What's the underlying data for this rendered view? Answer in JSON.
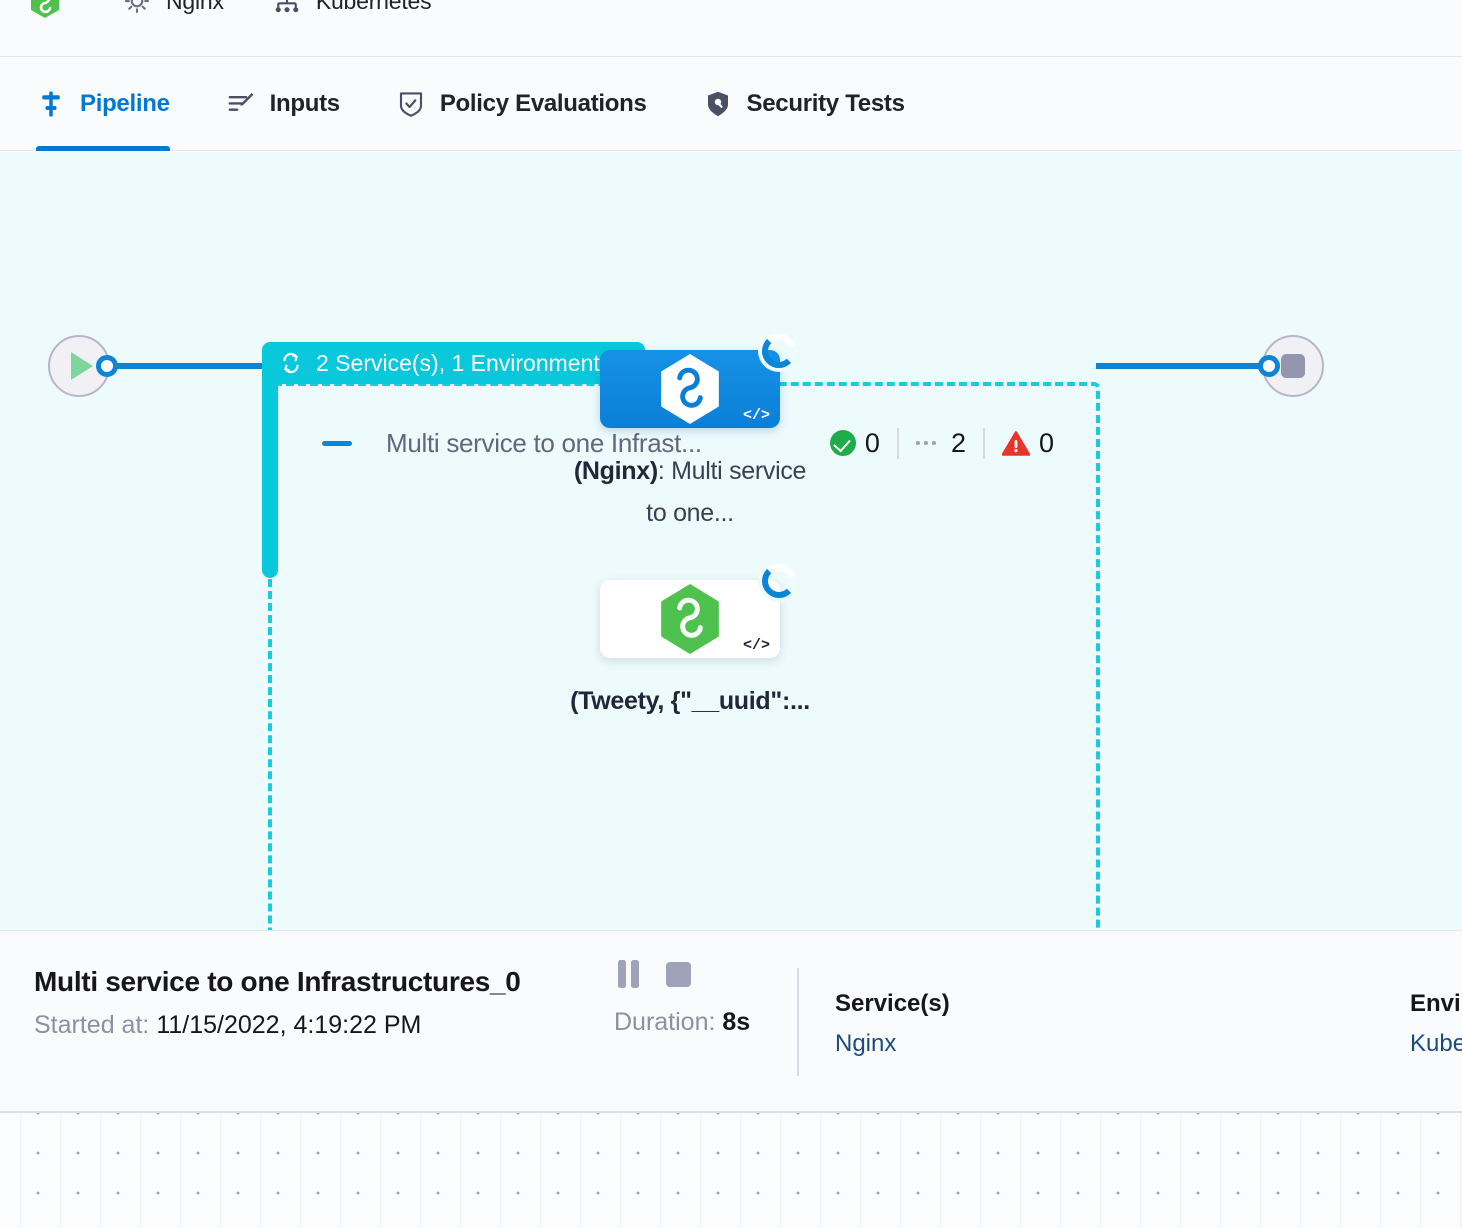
{
  "breadcrumb": {
    "items": [
      {
        "icon": "harness-hexagon-icon",
        "label": ""
      },
      {
        "icon": "gear-icon",
        "label": "Nginx"
      },
      {
        "icon": "kubernetes-icon",
        "label": "Kubernetes"
      }
    ]
  },
  "tabs": [
    {
      "id": "pipeline",
      "label": "Pipeline",
      "icon": "pipeline-icon",
      "active": true
    },
    {
      "id": "inputs",
      "label": "Inputs",
      "icon": "inputs-icon",
      "active": false
    },
    {
      "id": "policy",
      "label": "Policy Evaluations",
      "icon": "shield-check-icon",
      "active": false
    },
    {
      "id": "security",
      "label": "Security Tests",
      "icon": "shield-lock-icon",
      "active": false
    }
  ],
  "canvas": {
    "group": {
      "header_label": "2 Service(s), 1 Environment(s)",
      "header_icon": "loop-repeat-icon",
      "header_color": "#09c8dc"
    },
    "stage": {
      "title": "Multi service to one Infrast...",
      "collapse_icon": "collapse-dash-icon",
      "counters": [
        {
          "icon": "success-check-icon",
          "value": "0",
          "color": "#20ac4b"
        },
        {
          "icon": "running-dots-icon",
          "value": "2",
          "color": "#9ba0b3"
        },
        {
          "icon": "error-warning-icon",
          "value": "0",
          "color": "#e8342a"
        }
      ]
    },
    "steps": [
      {
        "id": "step-nginx",
        "card_style": "blue",
        "hex_color": "#ffffff",
        "status_badge": "running-spinner-icon",
        "code_badge": "</>",
        "label_bold": "(Nginx)",
        "label_rest": ": Multi service to one..."
      },
      {
        "id": "step-tweety",
        "card_style": "white",
        "hex_color": "#4fc14e",
        "status_badge": "running-spinner-icon",
        "code_badge": "</>",
        "label_bold": "(Tweety, {\"__uuid\":...",
        "label_rest": ""
      }
    ],
    "start_node": {
      "icon": "play-icon",
      "color": "#7fd69a"
    },
    "end_node": {
      "icon": "stop-square-icon",
      "color": "#9396ae"
    }
  },
  "infobar": {
    "run_title": "Multi service to one Infrastructures_0",
    "started_label": "Started at:",
    "started_value": "11/15/2022, 4:19:22 PM",
    "pause_icon": "pause-icon",
    "stop_icon": "stop-icon",
    "duration_label": "Duration:",
    "duration_value": "8s",
    "services": {
      "title": "Service(s)",
      "value": "Nginx"
    },
    "environments": {
      "title": "Envi",
      "value": "Kube"
    }
  }
}
